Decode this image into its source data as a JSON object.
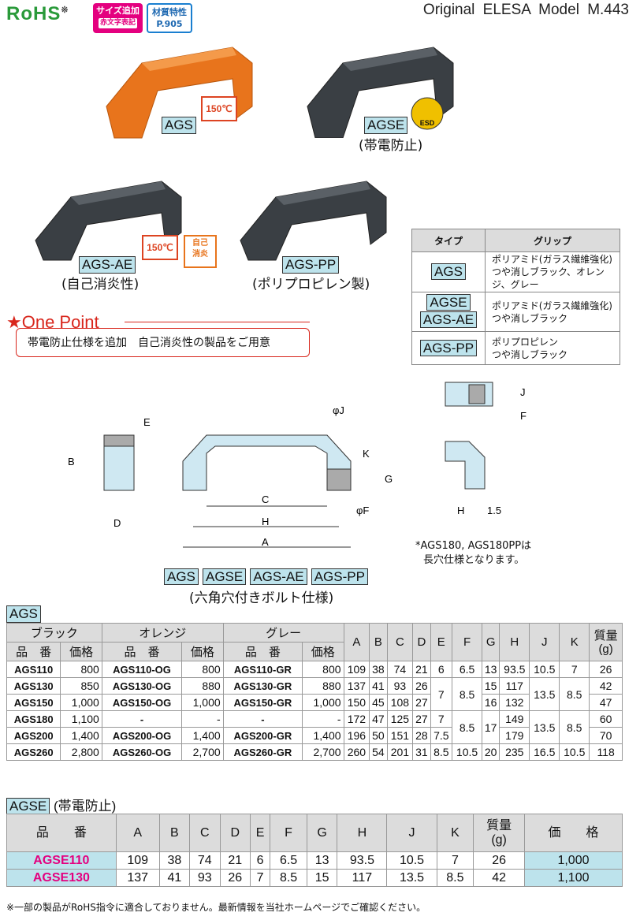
{
  "badges": {
    "rohs": "RoHS",
    "rohs_mark": "※",
    "size_add": "サイズ追加",
    "red_text": "赤文字表記",
    "material": "材質特性",
    "page": "P.905"
  },
  "header": {
    "original": "Original ELESA Model M.443"
  },
  "products": [
    {
      "tag": "AGS",
      "sub": ""
    },
    {
      "tag": "AGSE",
      "sub": "(帯電防止)"
    },
    {
      "tag": "AGS-AE",
      "sub": "(自己消炎性)"
    },
    {
      "tag": "AGS-PP",
      "sub": "(ポリプロピレン製)"
    }
  ],
  "icons": {
    "temp": "150℃",
    "esd": "ESD",
    "self_ext": "自己",
    "self_ext2": "消炎"
  },
  "type_table": {
    "headers": [
      "タイプ",
      "グリップ"
    ],
    "rows": [
      {
        "types": [
          "AGS"
        ],
        "lines": [
          "ポリアミド(ガラス繊維強化)",
          "つや消しブラック、オレンジ、グレー"
        ]
      },
      {
        "types": [
          "AGSE",
          "AGS-AE"
        ],
        "lines": [
          "ポリアミド(ガラス繊維強化)",
          "つや消しブラック"
        ]
      },
      {
        "types": [
          "AGS-PP"
        ],
        "lines": [
          "ポリプロピレン",
          "つや消しブラック"
        ]
      }
    ]
  },
  "one_point": {
    "star": "★",
    "title": "One Point",
    "text": "帯電防止仕様を追加　自己消炎性の製品をご用意"
  },
  "diagram": {
    "labels": {
      "A": "A",
      "B": "B",
      "C": "C",
      "D": "D",
      "E": "E",
      "F": "F",
      "G": "G",
      "H": "H",
      "J": "J",
      "K": "K",
      "phiJ": "φJ",
      "phiF": "φF",
      "H2": "H",
      "d15": "1.5"
    },
    "note1": "*AGS180, AGS180PPは",
    "note2": "長穴仕様となります。",
    "tags": [
      "AGS",
      "AGSE",
      "AGS-AE",
      "AGS-PP"
    ],
    "caption": "(六角穴付きボルト仕様)"
  },
  "ags": {
    "title": "AGS",
    "groups": [
      "ブラック",
      "オレンジ",
      "グレー"
    ],
    "sub": [
      "品　番",
      "価格",
      "品　番",
      "価格",
      "品　番",
      "価格"
    ],
    "dims": [
      "A",
      "B",
      "C",
      "D",
      "E",
      "F",
      "G",
      "H",
      "J",
      "K",
      "質量\n(g)"
    ],
    "rows": [
      [
        "AGS110",
        "800",
        "AGS110-OG",
        "800",
        "AGS110-GR",
        "800",
        "109",
        "38",
        "74",
        "21",
        "6",
        "6.5",
        "13",
        "93.5",
        "10.5",
        "7",
        "26"
      ],
      [
        "AGS130",
        "850",
        "AGS130-OG",
        "880",
        "AGS130-GR",
        "880",
        "137",
        "41",
        "93",
        "26",
        "7",
        "8.5",
        "15",
        "117",
        "13.5",
        "8.5",
        "42"
      ],
      [
        "AGS150",
        "1,000",
        "AGS150-OG",
        "1,000",
        "AGS150-GR",
        "1,000",
        "150",
        "45",
        "108",
        "27",
        "",
        "",
        "16",
        "132",
        "",
        "",
        "47"
      ],
      [
        "AGS180",
        "1,100",
        "-",
        "-",
        "-",
        "-",
        "172",
        "47",
        "125",
        "27",
        "7",
        "8.5",
        "17",
        "149",
        "13.5",
        "8.5",
        "60"
      ],
      [
        "AGS200",
        "1,400",
        "AGS200-OG",
        "1,400",
        "AGS200-GR",
        "1,400",
        "196",
        "50",
        "151",
        "28",
        "7.5",
        "",
        "",
        "179",
        "",
        "",
        "70"
      ],
      [
        "AGS260",
        "2,800",
        "AGS260-OG",
        "2,700",
        "AGS260-GR",
        "2,700",
        "260",
        "54",
        "201",
        "31",
        "8.5",
        "10.5",
        "20",
        "235",
        "16.5",
        "10.5",
        "118"
      ]
    ]
  },
  "agse": {
    "title": "AGSE",
    "sub": "(帯電防止)",
    "headers": [
      "品　　番",
      "A",
      "B",
      "C",
      "D",
      "E",
      "F",
      "G",
      "H",
      "J",
      "K",
      "質量\n(g)",
      "価　　格"
    ],
    "rows": [
      [
        "AGSE110",
        "109",
        "38",
        "74",
        "21",
        "6",
        "6.5",
        "13",
        "93.5",
        "10.5",
        "7",
        "26",
        "1,000"
      ],
      [
        "AGSE130",
        "137",
        "41",
        "93",
        "26",
        "7",
        "8.5",
        "15",
        "117",
        "13.5",
        "8.5",
        "42",
        "1,100"
      ]
    ]
  },
  "footnote": "※一部の製品がRoHS指令に適合しておりません。最新情報を当社ホームページでご確認ください。"
}
